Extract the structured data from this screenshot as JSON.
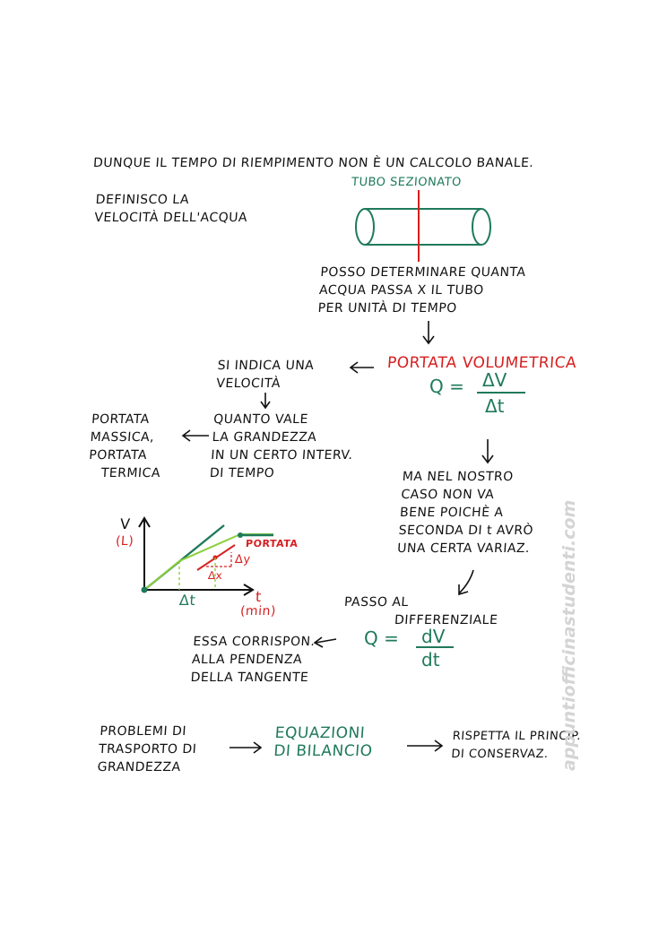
{
  "text": {
    "intro": "DUNQUE IL TEMPO DI RIEMPIMENTO NON È UN CALCOLO BANALE.",
    "velocity_def": "DEFINISCO LA\nVELOCITÀ DELL'ACQUA",
    "tube_label": "TUBO SEZIONATO",
    "flow_question": "POSSO DETERMINARE QUANTA\nACQUA PASSA X IL TUBO\nPER UNITÀ DI TEMPO",
    "portata_volumetrica": "PORTATA VOLUMETRICA",
    "indica_velocita": "SI INDICA UNA\nVELOCITÀ",
    "quanto_vale": "QUANTO VALE\nLA GRANDEZZA\nIN UN CERTO INTERV.\nDI TEMPO",
    "portate": "PORTATA\nMASSICA,\nPORTATA\n   TERMICA",
    "nel_nostro_caso": "MA NEL NOSTRO\nCASO NON VA\nBENE POICHÈ A\nSECONDA DI t AVRÒ\nUNA CERTA VARIAZ.",
    "passo_al": "PASSO AL",
    "differenziale": "DIFFERENZIALE",
    "essa_corrispon": "ESSA CORRISPON.\nALLA PENDENZA\nDELLA TANGENTE",
    "problemi": "PROBLEMI DI\nTRASPORTO DI\nGRANDEZZA",
    "equazioni": "EQUAZIONI\nDI BILANCIO",
    "rispetta": "RISPETTA IL PRINCIP.\nDI CONSERVAZ."
  },
  "formulas": {
    "q1_lhs": "Q =",
    "q1_num": "ΔV",
    "q1_den": "Δt",
    "q2_lhs": "Q =",
    "q2_num": "dV",
    "q2_den": "dt"
  },
  "graph": {
    "y_label": "V",
    "y_unit": "(L)",
    "x_label": "t",
    "x_unit": "(min)",
    "portata": "PORTATA",
    "delta_y": "Δy",
    "delta_x": "Δx",
    "delta_t": "Δt"
  },
  "arrows": {
    "down": "↓",
    "left": "←",
    "right": "→"
  },
  "watermark": "appuntiofficinastudenti.com",
  "colors": {
    "green": "#1f7a5a",
    "red": "#d62020",
    "light_green": "#8ccf3c",
    "ink": "#111111"
  }
}
